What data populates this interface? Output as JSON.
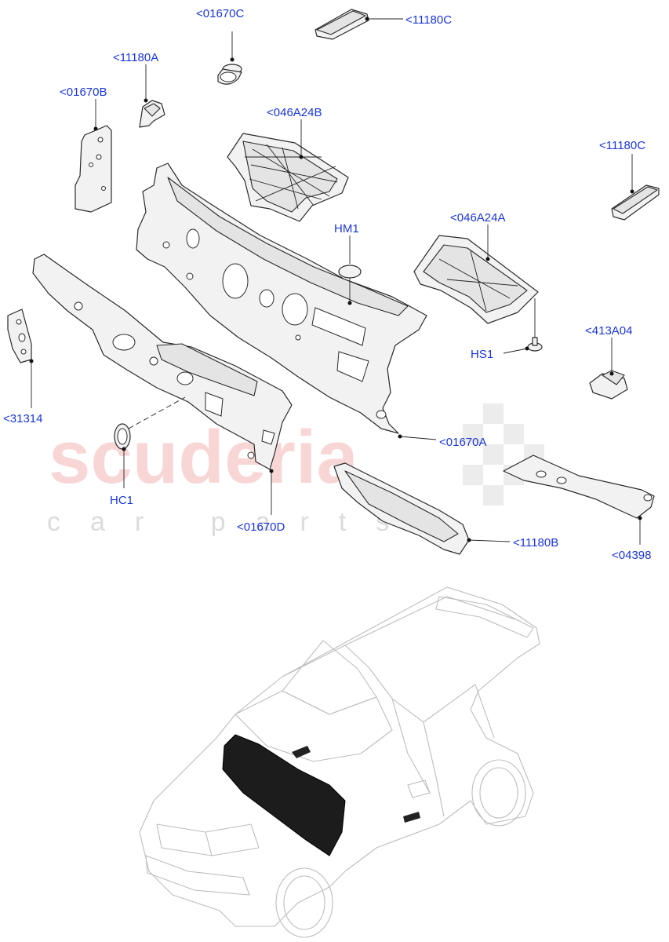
{
  "watermark": {
    "brand": "scuderia",
    "tagline": "car parts"
  },
  "callouts": {
    "c_01670C_top": "<01670C",
    "c_11180C_top": "<11180C",
    "c_11180A": "<11180A",
    "c_01670B": "<01670B",
    "c_046A24B": "<046A24B",
    "c_11180C_right": "<11180C",
    "c_HM1": "HM1",
    "c_046A24A": "<046A24A",
    "c_413A04": "<413A04",
    "c_HS1": "HS1",
    "c_31314": "<31314",
    "c_01670A": "<01670A",
    "c_HC1": "HC1",
    "c_01670D": "<01670D",
    "c_11180B": "<11180B",
    "c_04398": "<04398"
  },
  "colors": {
    "callout_text": "#1a36d6",
    "watermark_red": "#f4b6b6",
    "part_line": "#2a2a2a"
  }
}
